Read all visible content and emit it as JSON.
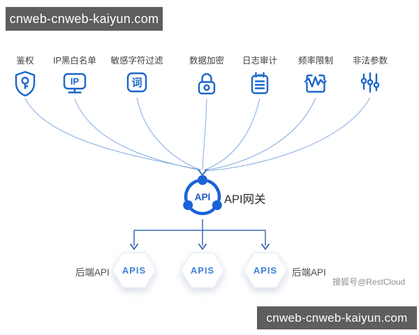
{
  "banners": {
    "top": "cnweb-cnweb-kaiyun.com",
    "bottom": "cnweb-cnweb-kaiyun.com"
  },
  "features": [
    {
      "label": "鉴权",
      "icon": "shield-key-icon"
    },
    {
      "label": "IP黑白名单",
      "icon": "ip-monitor-icon",
      "glyph": "IP"
    },
    {
      "label": "敏感字符过滤",
      "icon": "word-filter-icon",
      "glyph": "词"
    },
    {
      "label": "数据加密",
      "icon": "lock-icon"
    },
    {
      "label": "日志审计",
      "icon": "log-notepad-icon"
    },
    {
      "label": "频率限制",
      "icon": "rate-waveform-icon"
    },
    {
      "label": "非法参数",
      "icon": "params-sliders-icon"
    }
  ],
  "gateway": {
    "icon_text": "API",
    "label": "API网关"
  },
  "backends": {
    "left_label": "后端API",
    "right_label": "后端API",
    "nodes": [
      "APIS",
      "APIS",
      "APIS"
    ]
  },
  "watermark": "搜狐号@RestCloud",
  "colors": {
    "icon_blue": "#1b66c9",
    "gateway_blue": "#1a62d8",
    "connector_blue": "#84aadf",
    "flow_blue": "#336cb5",
    "apis_text_blue": "#3f80d8",
    "banner_bg": "#5e5e5e",
    "banner_text": "#ffffff",
    "label_dark": "#3d3d3d",
    "watermark_gray": "#8f8f8f"
  }
}
